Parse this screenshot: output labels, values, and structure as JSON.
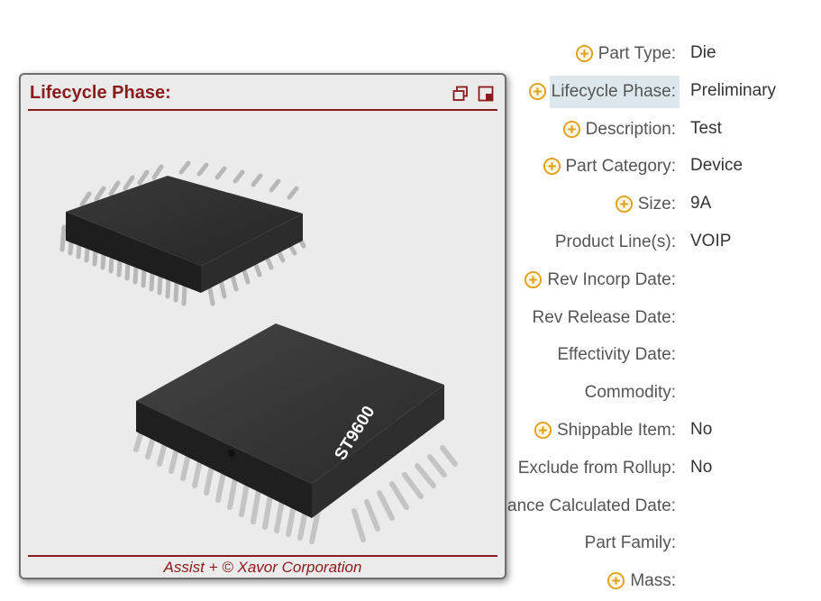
{
  "attributes": [
    {
      "label": "Part Type:",
      "value": "Die",
      "expandable": true
    },
    {
      "label": "Lifecycle Phase:",
      "value": "Preliminary",
      "expandable": true,
      "highlighted": true
    },
    {
      "label": "Description:",
      "value": "Test",
      "expandable": true
    },
    {
      "label": "Part Category:",
      "value": "Device",
      "expandable": true
    },
    {
      "label": "Size:",
      "value": "9A",
      "expandable": true
    },
    {
      "label": "Product Line(s):",
      "value": "VOIP",
      "expandable": false
    },
    {
      "label": "Rev Incorp Date:",
      "value": "",
      "expandable": true
    },
    {
      "label": "Rev Release Date:",
      "value": "",
      "expandable": false
    },
    {
      "label": "Effectivity Date:",
      "value": "",
      "expandable": false
    },
    {
      "label": "Commodity:",
      "value": "",
      "expandable": false
    },
    {
      "label": "Shippable Item:",
      "value": "No",
      "expandable": true
    },
    {
      "label": "Exclude from Rollup:",
      "value": "No",
      "expandable": false
    },
    {
      "label": "Compliance Calculated Date:",
      "value": "",
      "expandable": false
    },
    {
      "label": "Part Family:",
      "value": "",
      "expandable": false
    },
    {
      "label": "Mass:",
      "value": "",
      "expandable": true
    }
  ],
  "popup": {
    "title": "Lifecycle Phase:",
    "image_caption": "ST9600",
    "footer": "Assist + © Xavor Corporation"
  },
  "colors": {
    "accent": "#8b1a1a",
    "icon_gold": "#e0a020",
    "highlight": "#dce8ec"
  }
}
